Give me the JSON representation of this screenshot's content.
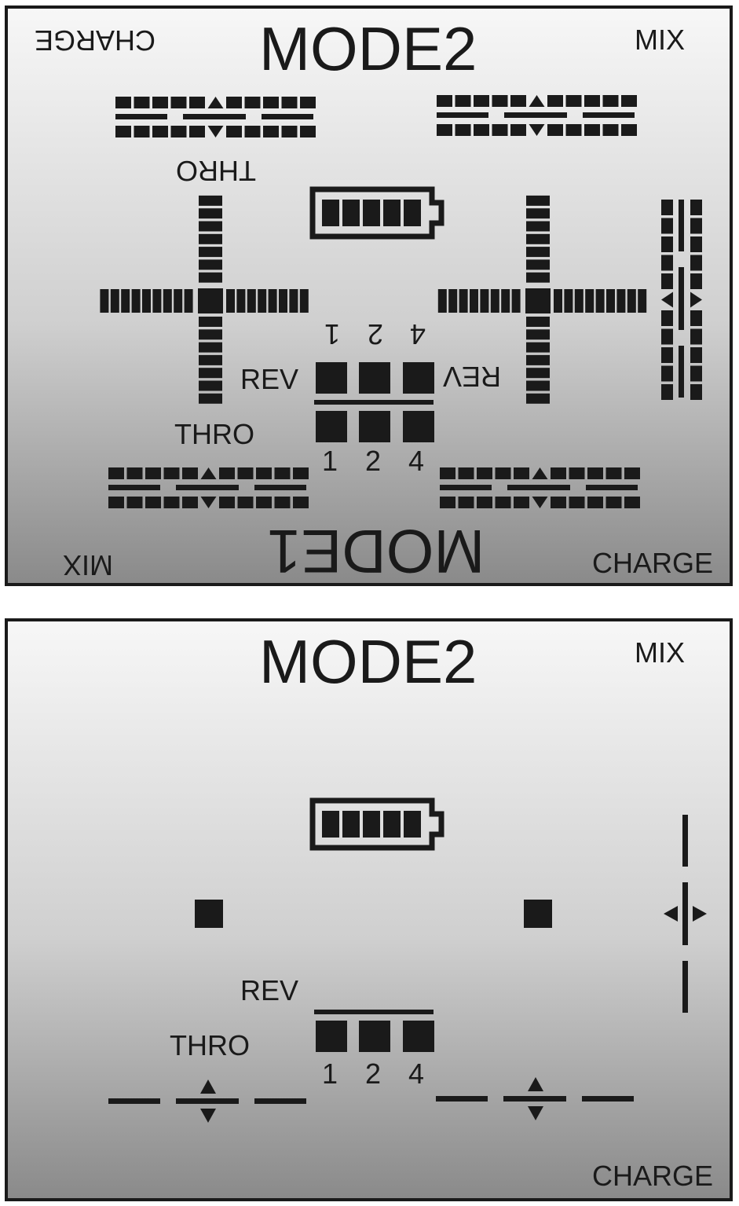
{
  "panels": [
    {
      "mode_top": "MODE2",
      "mode_bottom": "MODE1",
      "charge_top": "CHARGE",
      "charge_bottom": "CHARGE",
      "mix_top": "MIX",
      "mix_bottom": "MIX",
      "thro_top": "THRO",
      "thro_bottom": "THRO",
      "rev_left": "REV",
      "rev_right": "REV",
      "channels": [
        "1",
        "2",
        "4"
      ],
      "channels_flipped": [
        "1",
        "2",
        "4"
      ]
    },
    {
      "mode_top": "MODE2",
      "mix_top": "MIX",
      "charge_bottom": "CHARGE",
      "thro": "THRO",
      "rev": "REV",
      "channels": [
        "1",
        "2",
        "4"
      ]
    }
  ],
  "colors": {
    "segment": "#1a1a1a",
    "bg_top": "#f7f7f7",
    "bg_bottom": "#8a8a8a"
  },
  "icons": [
    "battery-icon",
    "trim-bar-icon",
    "stick-cross-icon",
    "arrow-up-icon",
    "arrow-down-icon",
    "arrow-left-icon",
    "arrow-right-icon"
  ]
}
